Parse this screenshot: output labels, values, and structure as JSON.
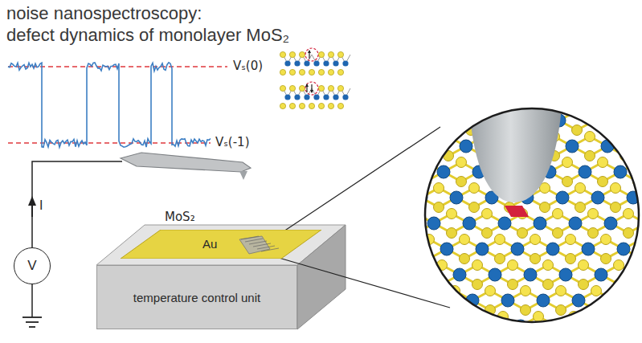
{
  "diagram": {
    "title": "noise nanospectroscopy: defect dynamics of monolayer MoS₂",
    "nodes": [
      {
        "text": [
          "V"
        ]
      },
      {
        "text": [
          "Au"
        ]
      },
      {
        "text": [
          "temperature control unit"
        ]
      }
    ],
    "labels": [
      "Vₛ(0)",
      "Vₛ(-1)",
      "I",
      "MoS₂"
    ]
  }
}
